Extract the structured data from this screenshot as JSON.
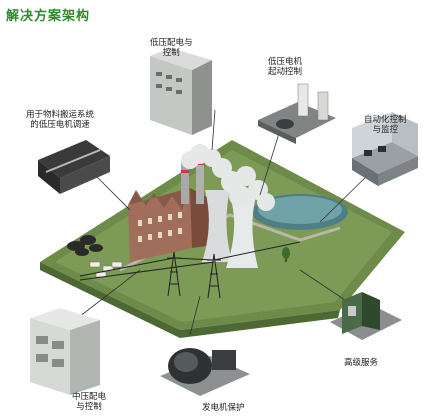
{
  "title": "解决方案架构",
  "labels": {
    "lv_dist_ctrl": [
      "低压配电与",
      "控制"
    ],
    "lv_motor_start": [
      "低压电机",
      "起动控制"
    ],
    "drying_system": [
      "用于物料搬运系统",
      "的低压电机调速"
    ],
    "automation": [
      "自动化控制",
      "与监控"
    ],
    "mv_dist_ctrl": [
      "中压配电",
      "与控制"
    ],
    "generator_protect": [
      "发电机保护"
    ],
    "advanced_service": [
      "高级服务"
    ]
  }
}
